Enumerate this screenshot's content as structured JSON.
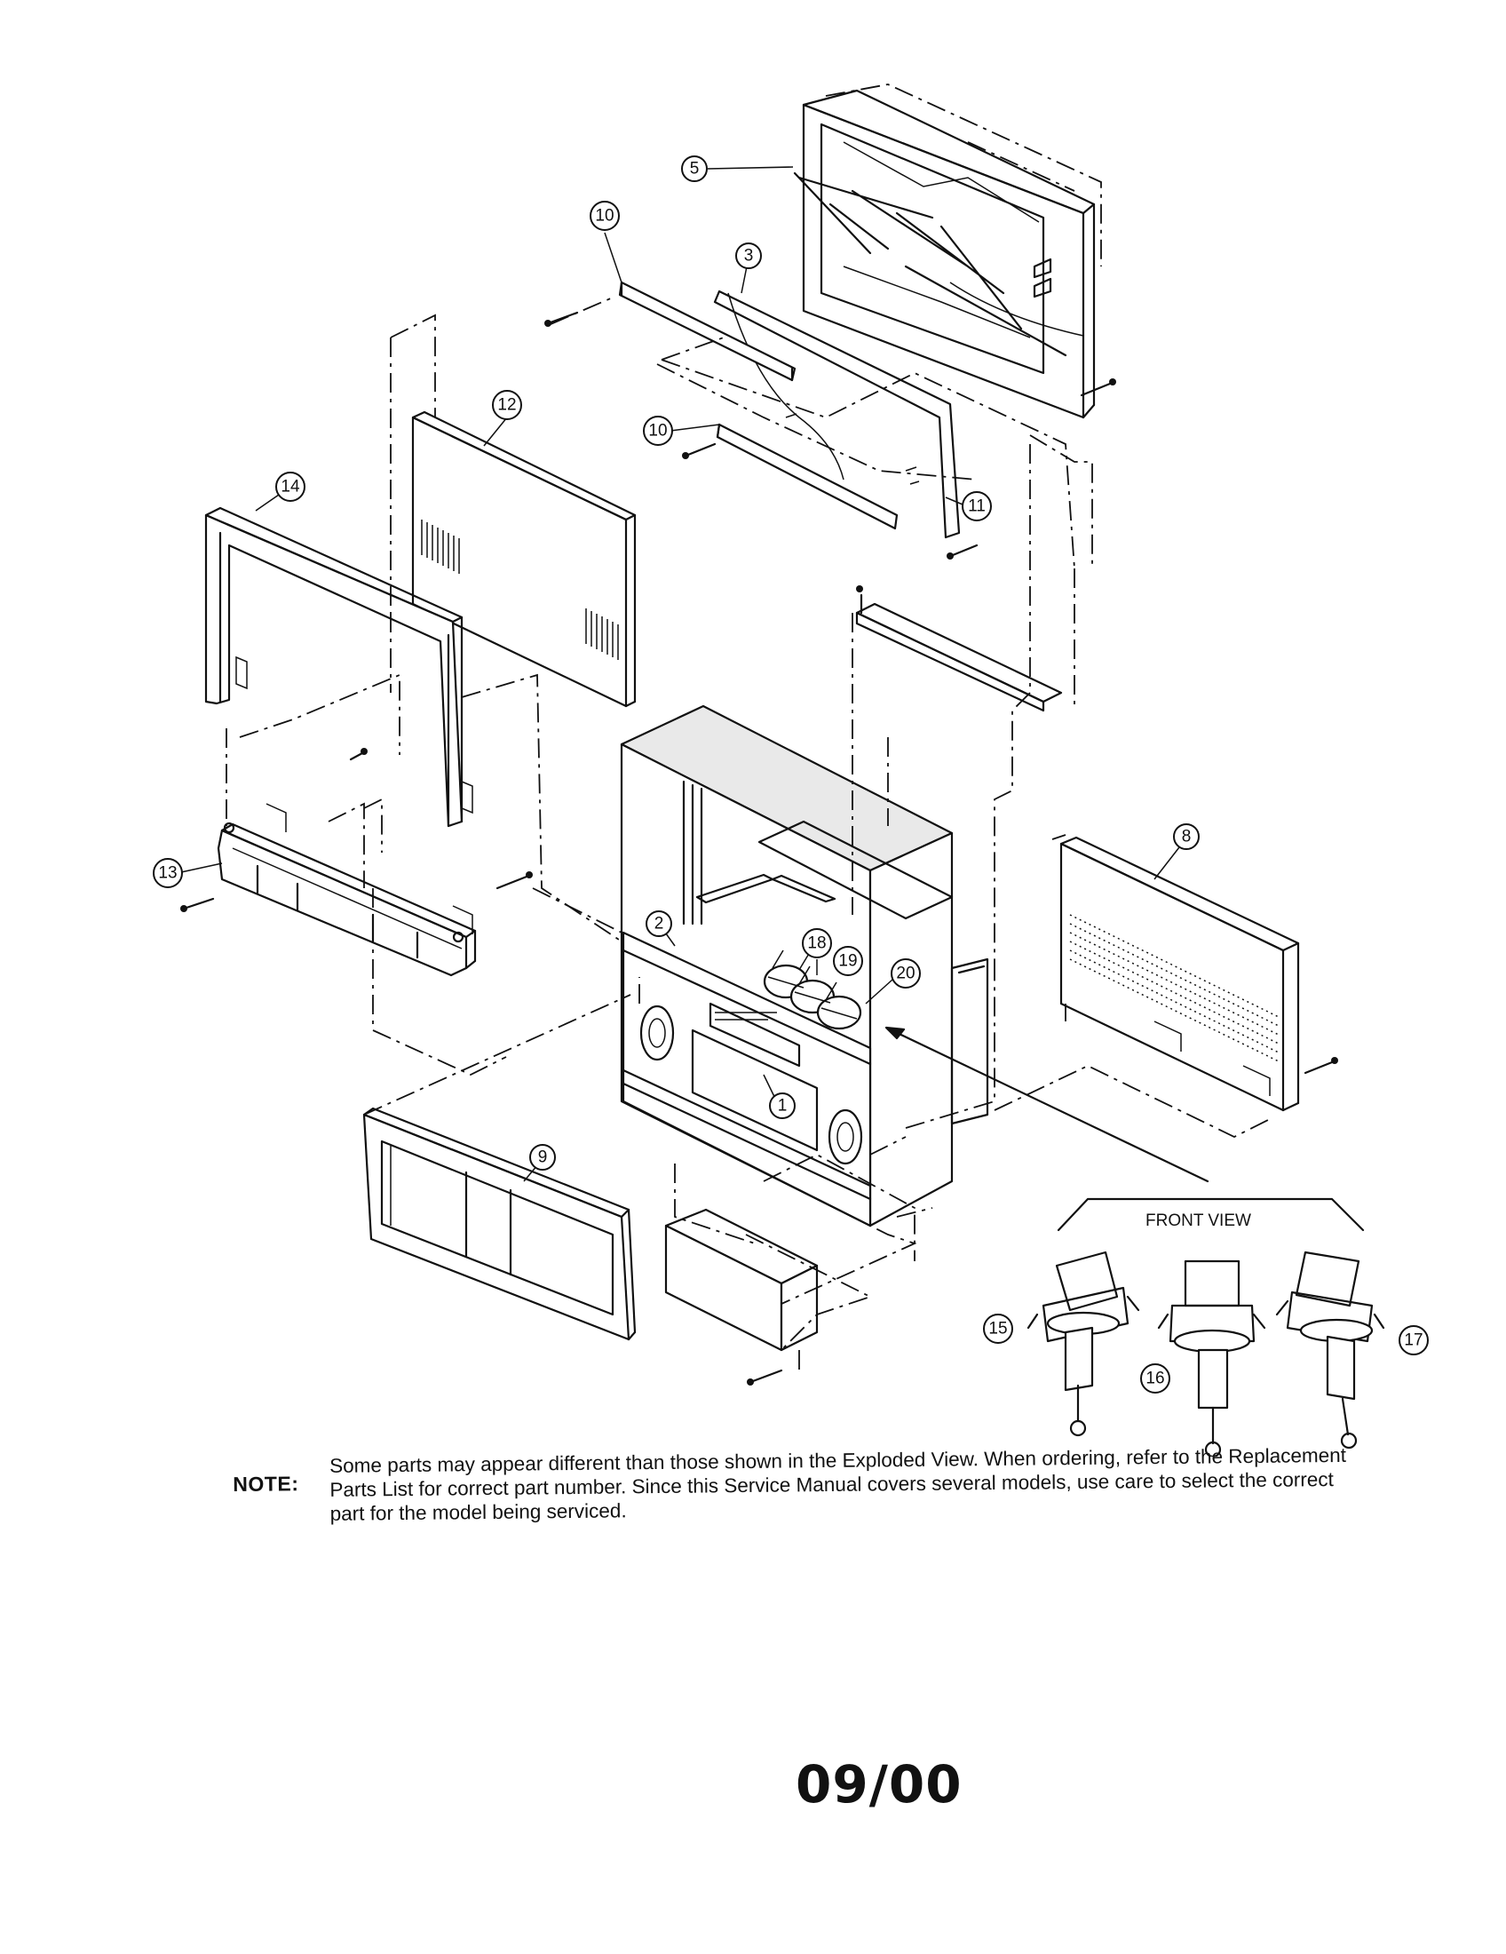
{
  "callouts": {
    "c1": "1",
    "c2": "2",
    "c3": "3",
    "c5": "5",
    "c8": "8",
    "c9": "9",
    "c10a": "10",
    "c10b": "10",
    "c11": "11",
    "c12": "12",
    "c13": "13",
    "c14": "14",
    "c15": "15",
    "c16": "16",
    "c17": "17",
    "c18": "18",
    "c19": "19",
    "c20": "20"
  },
  "front_view_label": "FRONT VIEW",
  "note": {
    "label": "NOTE:",
    "text": "Some parts may appear different than those shown in the Exploded View. When ordering, refer to the Replacement Parts List for correct part number. Since this Service Manual covers several models, use care to select the correct part for the model being serviced."
  },
  "page_date": "09/00"
}
